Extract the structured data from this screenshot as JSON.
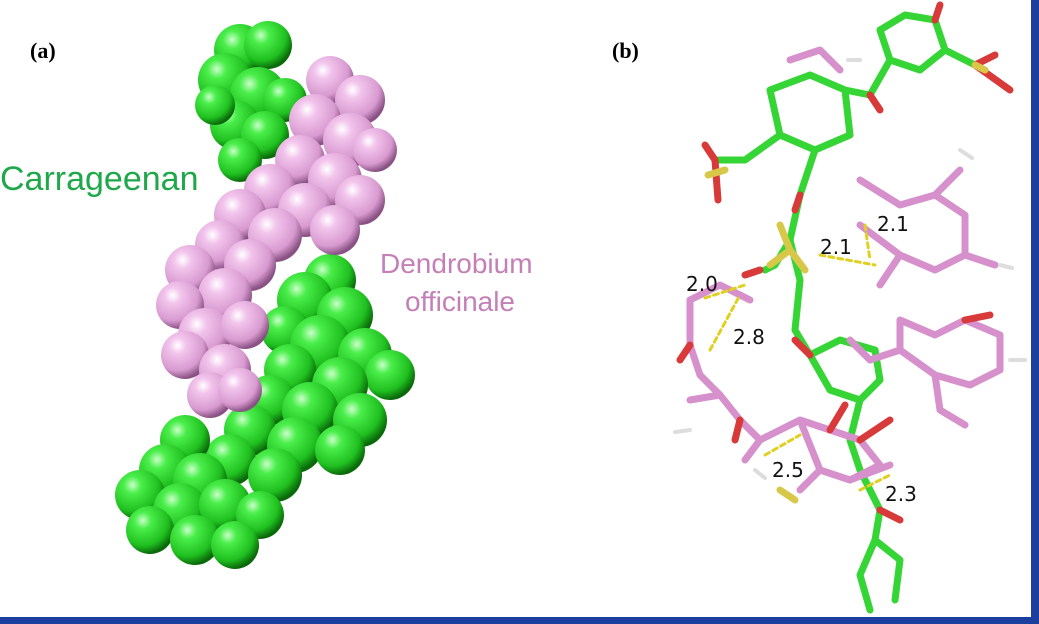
{
  "panels": {
    "a": {
      "letter": "(a)"
    },
    "b": {
      "letter": "(b)"
    }
  },
  "labels": {
    "green": "Carrageenan",
    "pink_line1": "Dendrobium",
    "pink_line2": "officinale"
  },
  "distances": [
    "2.1",
    "2.1",
    "2.0",
    "2.8",
    "2.5",
    "2.3"
  ],
  "colors": {
    "carrageenan": "#2ecc2e",
    "dendrobium": "#e8a8dc",
    "oxygen": "#d83a3a",
    "sulfur": "#d8c84a",
    "hbond": "#e0d020",
    "border": "#1b3f9e"
  }
}
